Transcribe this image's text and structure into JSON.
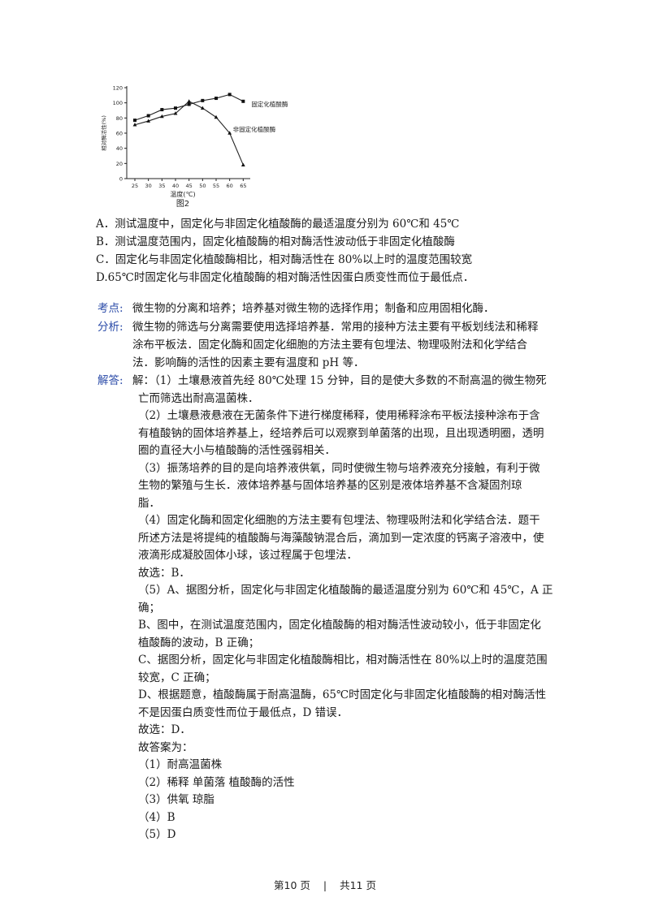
{
  "chart_data": {
    "type": "line",
    "title": "",
    "caption": "图2",
    "xlabel": "温度(℃)",
    "ylabel": "相对酶活性(%)",
    "x": [
      25,
      30,
      35,
      40,
      45,
      50,
      55,
      60,
      65
    ],
    "xlim": [
      22,
      67
    ],
    "ylim": [
      0,
      120
    ],
    "yticks": [
      0,
      20,
      40,
      60,
      80,
      100,
      120
    ],
    "grid": false,
    "series": [
      {
        "name": "固定化植酸酶",
        "values": [
          77,
          83,
          91,
          93,
          98,
          103,
          106,
          111,
          102
        ],
        "marker": "square",
        "label_at_index": 8
      },
      {
        "name": "非固定化植酸酶",
        "values": [
          71,
          76,
          82,
          86,
          102,
          93,
          81,
          60,
          18
        ],
        "marker": "triangle",
        "label_at_index": 7
      }
    ]
  },
  "options": [
    "A．测试温度中，固定化与非固定化植酸酶的最适温度分别为 60℃和 45℃",
    "B．测试温度范围内，固定化植酸酶的相对酶活性波动低于非固定化植酸酶",
    "C．固定化与非固定化植酸酶相比，相对酶活性在 80%以上时的温度范围较宽",
    "D.65℃时固定化与非固定化植酸酶的相对酶活性因蛋白质变性而位于最低点．"
  ],
  "analysis": {
    "kaodian_label": "考点:",
    "kaodian_text": "微生物的分离和培养；培养基对微生物的选择作用；制备和应用固相化酶．",
    "fenxi_label": "分析:",
    "fenxi_lines": [
      "微生物的筛选与分离需要使用选择培养基．常用的接种方法主要有平板划线法和稀释",
      "涂布平板法．固定化酶和固定化细胞的方法主要有包埋法、物理吸附法和化学结合",
      "法．影响酶的活性的因素主要有温度和 pH 等．"
    ],
    "jieda_label": "解答:",
    "jieda_lines": [
      "解：（1）土壤悬液首先经 80℃处理 15 分钟，目的是使大多数的不耐高温的微生物死",
      "亡而筛选出耐高温菌株．",
      "（2）土壤悬液悬液在无菌条件下进行梯度稀释，使用稀释涂布平板法接种涂布于含",
      "有植酸钠的固体培养基上，经培养后可以观察到单菌落的出现，且出现透明圈，透明",
      "圈的直径大小与植酸酶的活性强弱相关．",
      "（3）振荡培养的目的是向培养液供氧，同时使微生物与培养液充分接触，有利于微",
      "生物的繁殖与生长．液体培养基与固体培养基的区别是液体培养基不含凝固剂琼",
      "脂．",
      "（4）固定化酶和固定化细胞的方法主要有包埋法、物理吸附法和化学结合法．题干",
      "所述方法是将提纯的植酸酶与海藻酸钠混合后，滴加到一定浓度的钙离子溶液中，使",
      "液滴形成凝胶固体小球，该过程属于包埋法．",
      "故选：B．",
      "（5）A、据图分析，固定化与非固定化植酸酶的最适温度分别为 60℃和 45℃，A 正",
      "确；",
      "B、图中，在测试温度范围内，固定化植酸酶的相对酶活性波动较小，低于非固定化",
      "植酸酶的波动，B 正确；",
      "C、据图分析，固定化与非固定化植酸酶相比，相对酶活性在 80%以上时的温度范围",
      "较宽，C 正确；",
      "D、根据题意，植酸酶属于耐高温酶，65℃时固定化与非固定化植酸酶的相对酶活性",
      "不是因蛋白质变性而位于最低点，D 错误．",
      "故选：D．",
      "故答案为：",
      "（1）耐高温菌株",
      "（2）稀释    单菌落    植酸酶的活性",
      "（3）供氧    琼脂",
      "（4）B",
      "（5）D"
    ]
  },
  "footer": {
    "page_label": "第10 页",
    "separator": "|",
    "total_label": "共11 页"
  }
}
